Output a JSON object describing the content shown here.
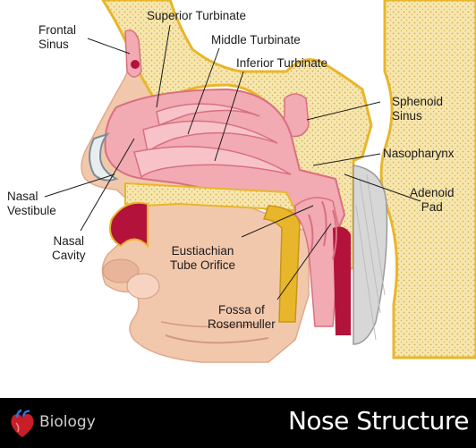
{
  "diagram": {
    "labels": {
      "frontal_sinus": "Frontal\nSinus",
      "superior_turbinate": "Superior Turbinate",
      "middle_turbinate": "Middle Turbinate",
      "inferior_turbinate": "Inferior Turbinate",
      "sphenoid_sinus": "Sphenoid\nSinus",
      "nasopharynx": "Nasopharynx",
      "adenoid_pad": "Adenoid\nPad",
      "nasal_vestibule": "Nasal\nVestibule",
      "nasal_cavity": "Nasal\nCavity",
      "eustachian_tube_orifice": "Eustiachian\nTube Orifice",
      "fossa_of_rosenmuller": "Fossa of\nRosenmuller"
    },
    "colors": {
      "skin": "#f2c8ad",
      "bone_fill": "#f6e6b0",
      "bone_outline": "#e8b62a",
      "mucosa": "#f2aab3",
      "mucosa_dark": "#d9707f",
      "muscle_red": "#b3123a"
    }
  },
  "footer": {
    "left_label": "Biology",
    "title": "Nose Structure",
    "icon": "heart-anatomy-icon"
  }
}
